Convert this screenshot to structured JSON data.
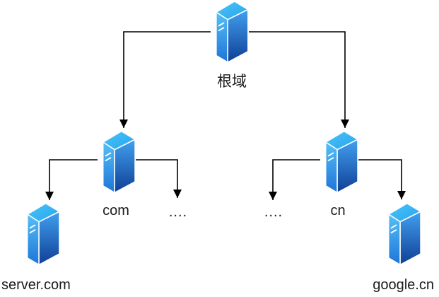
{
  "diagram": {
    "title": "dns-hierarchy-tree",
    "background_color": "#ffffff",
    "line_color": "#000000",
    "text_color": "#1c1c1c",
    "icon": {
      "name": "server-icon",
      "colors": {
        "top_face": "#2fb0f3",
        "left_face_top": "#50bdf6",
        "left_face_bottom": "#1e74d8",
        "right_face_top": "#3f9cee",
        "right_face_bottom": "#0f3f95",
        "edge": "#ffffff"
      }
    },
    "nodes": {
      "root": {
        "label": "根域",
        "icon": "server-icon"
      },
      "tld_com": {
        "label": "com",
        "icon": "server-icon"
      },
      "tld_cn": {
        "label": "cn",
        "icon": "server-icon"
      },
      "com_others": {
        "label": "...."
      },
      "cn_others": {
        "label": "...."
      },
      "leaf_server_com": {
        "label": "server.com",
        "icon": "server-icon"
      },
      "leaf_google_cn": {
        "label": "google.cn",
        "icon": "server-icon"
      }
    },
    "edges": [
      {
        "from": "root",
        "to": "tld_com"
      },
      {
        "from": "root",
        "to": "tld_cn"
      },
      {
        "from": "tld_com",
        "to": "leaf_server_com"
      },
      {
        "from": "tld_com",
        "to": "com_others"
      },
      {
        "from": "tld_cn",
        "to": "cn_others"
      },
      {
        "from": "tld_cn",
        "to": "leaf_google_cn"
      }
    ]
  }
}
